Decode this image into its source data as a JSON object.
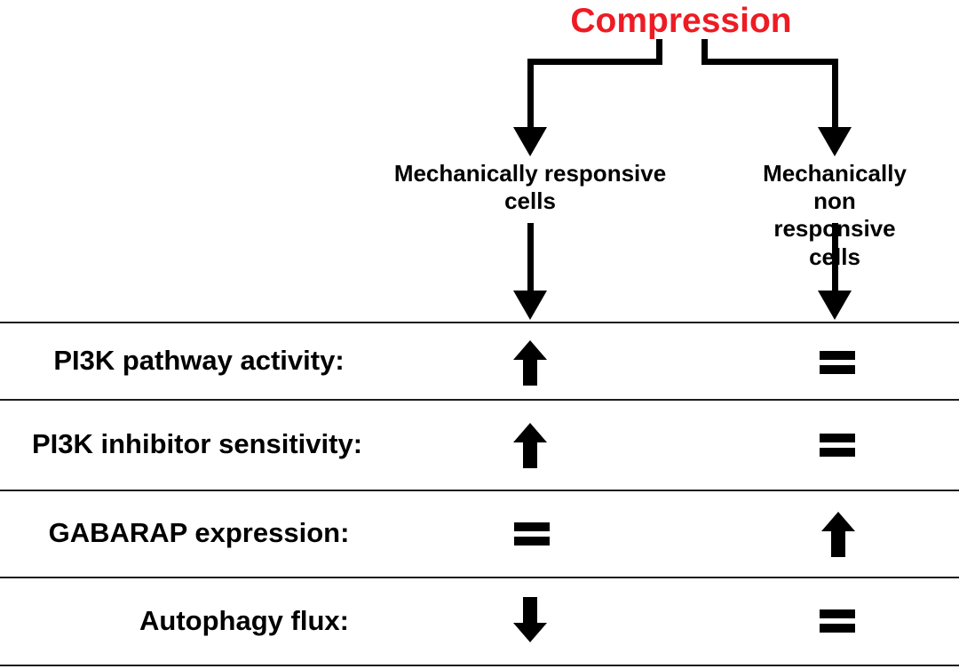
{
  "figure": {
    "title": "Compression",
    "colors": {
      "title_red": "#ed1c24",
      "ink": "#000000",
      "divider": "#1c1c1c",
      "background": "#ffffff"
    },
    "branches": {
      "left": {
        "label": "Mechanically responsive\ncells"
      },
      "right": {
        "label": "Mechanically\nnon responsive cells"
      }
    },
    "icons": {
      "up": "up-arrow-icon",
      "down": "down-arrow-icon",
      "equal": "equals-sign-icon",
      "branch": "down-arrow-icon"
    },
    "table": {
      "column_keys": [
        "responsive",
        "non_responsive"
      ],
      "rows": [
        {
          "label": "PI3K pathway activity:",
          "responsive": "up",
          "non_responsive": "equal"
        },
        {
          "label": "PI3K inhibitor sensitivity:",
          "responsive": "up",
          "non_responsive": "equal"
        },
        {
          "label": "GABARAP expression:",
          "responsive": "equal",
          "non_responsive": "up"
        },
        {
          "label": "Autophagy flux:",
          "responsive": "down",
          "non_responsive": "equal"
        }
      ]
    }
  }
}
